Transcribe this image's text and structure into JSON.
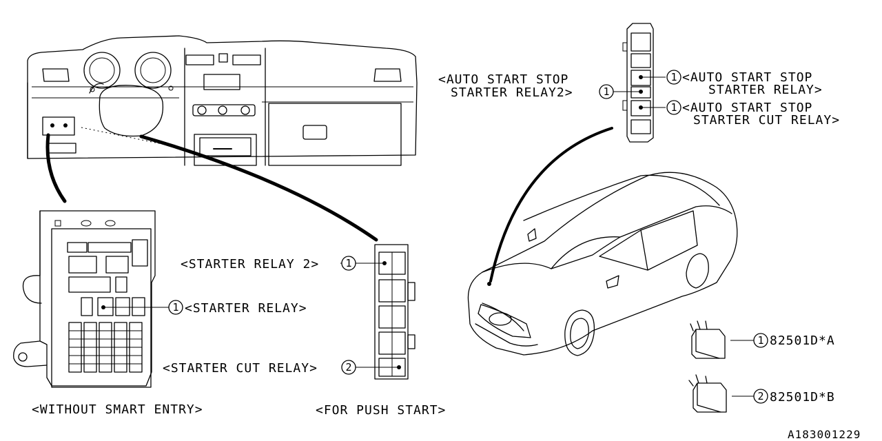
{
  "labels": {
    "auto_start_stop_relay2_line1": "<AUTO START STOP",
    "auto_start_stop_relay2_line2": "STARTER RELAY2>",
    "auto_start_stop_relay_line1": "<AUTO START STOP",
    "auto_start_stop_relay_line2": "STARTER RELAY>",
    "auto_start_stop_cut_line1": "<AUTO START STOP",
    "auto_start_stop_cut_line2": "STARTER CUT RELAY>",
    "starter_relay_2": "<STARTER RELAY 2>",
    "starter_relay": "<STARTER RELAY>",
    "starter_cut_relay": "<STARTER CUT RELAY>",
    "without_smart_entry": "<WITHOUT SMART ENTRY>",
    "for_push_start": "<FOR PUSH START>",
    "part_a": "82501D*A",
    "part_b": "82501D*B",
    "diagram_id": "A183001229"
  },
  "callouts": {
    "one": "1",
    "two": "2"
  }
}
